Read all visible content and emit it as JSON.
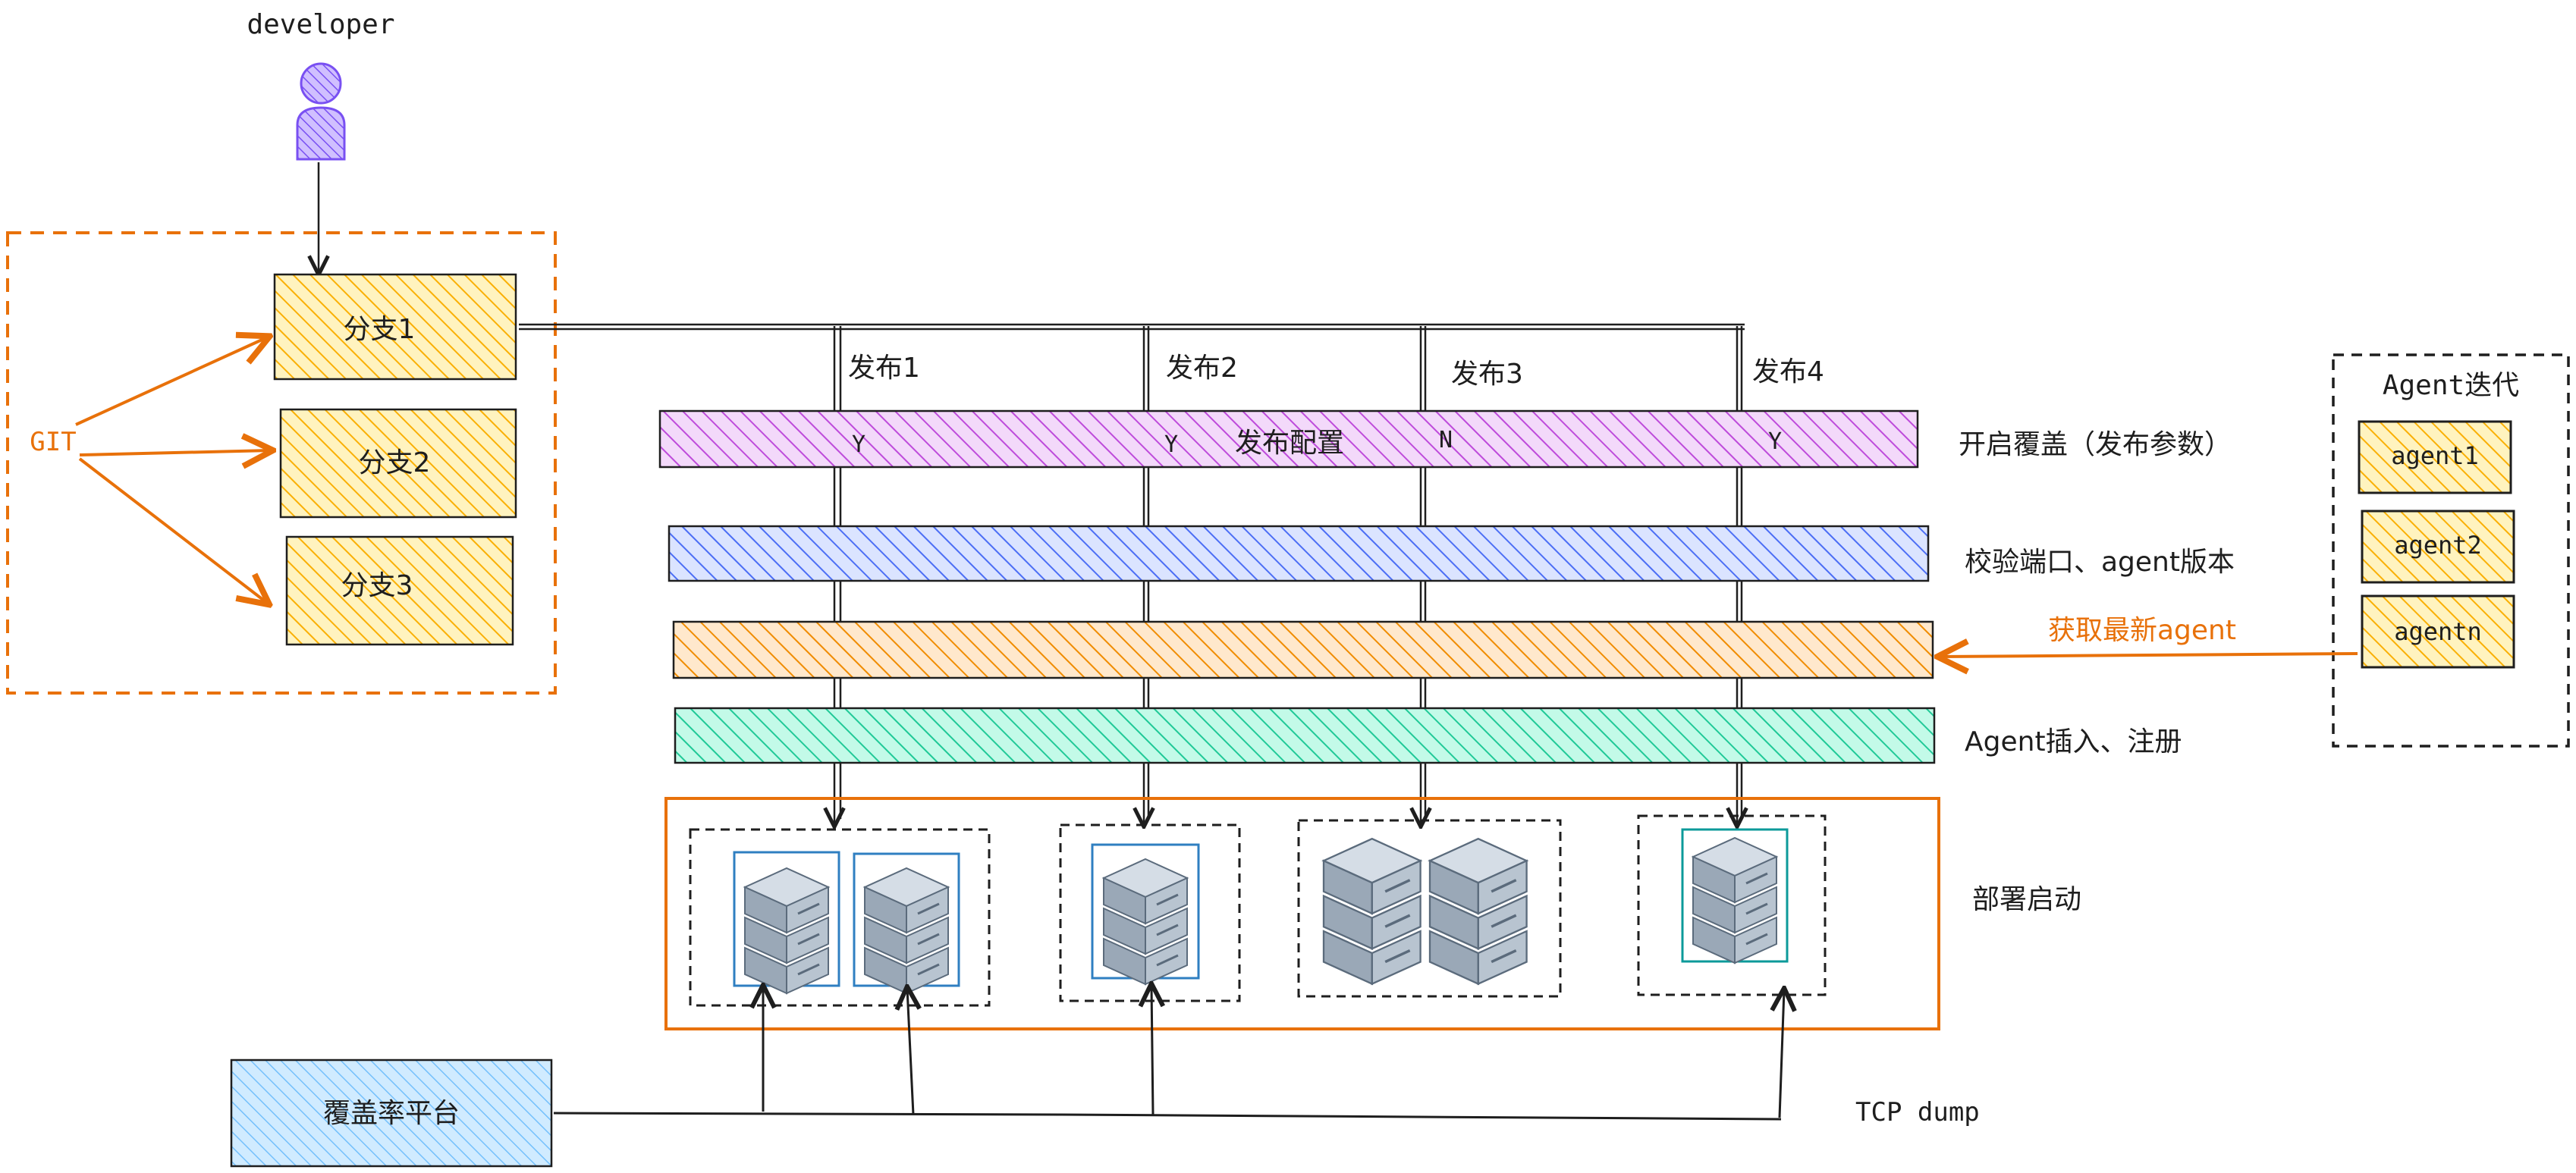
{
  "actor": {
    "label": "developer",
    "icon": "person-icon"
  },
  "git": {
    "label": "GIT",
    "branches": [
      "分支1",
      "分支2",
      "分支3"
    ]
  },
  "releases": [
    {
      "label": "发布1",
      "flag": "Y"
    },
    {
      "label": "发布2",
      "flag": "Y"
    },
    {
      "label": "发布3",
      "flag": "N"
    },
    {
      "label": "发布4",
      "flag": "Y"
    }
  ],
  "release_config_label": "发布配置",
  "stages": [
    {
      "label": "开启覆盖（发布参数）",
      "color": "#be4bdb"
    },
    {
      "label": "校验端口、agent版本",
      "color": "#4c6ef5"
    },
    {
      "label": "获取最新agent",
      "color": "#e8590c"
    },
    {
      "label": "Agent插入、注册",
      "color": "#12b886"
    }
  ],
  "deploy_label": "部署启动",
  "agent_panel": {
    "title": "Agent迭代",
    "items": [
      "agent1",
      "agent2",
      "agentn"
    ]
  },
  "coverage_platform": {
    "label": "覆盖率平台"
  },
  "tcp_label": "TCP dump",
  "colors": {
    "orange": "#e8710a",
    "yellow_fill": "#fbe08a",
    "blue_server": "#2f7fc1",
    "teal_server": "#0c9a9a",
    "platform_fill": "#a5cdf2"
  }
}
